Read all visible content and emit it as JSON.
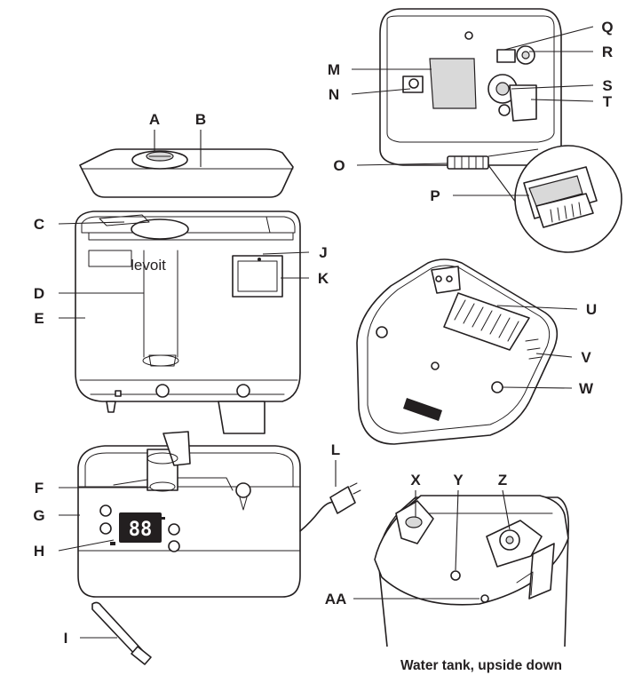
{
  "brand_logo": "levoit",
  "display_digits": "88",
  "caption": "Water tank, upside down",
  "labels": {
    "A": "A",
    "B": "B",
    "C": "C",
    "D": "D",
    "E": "E",
    "F": "F",
    "G": "G",
    "H": "H",
    "I": "I",
    "J": "J",
    "K": "K",
    "L": "L",
    "M": "M",
    "N": "N",
    "O": "O",
    "P": "P",
    "Q": "Q",
    "R": "R",
    "S": "S",
    "T": "T",
    "U": "U",
    "V": "V",
    "W": "W",
    "X": "X",
    "Y": "Y",
    "Z": "Z",
    "AA": "AA"
  }
}
